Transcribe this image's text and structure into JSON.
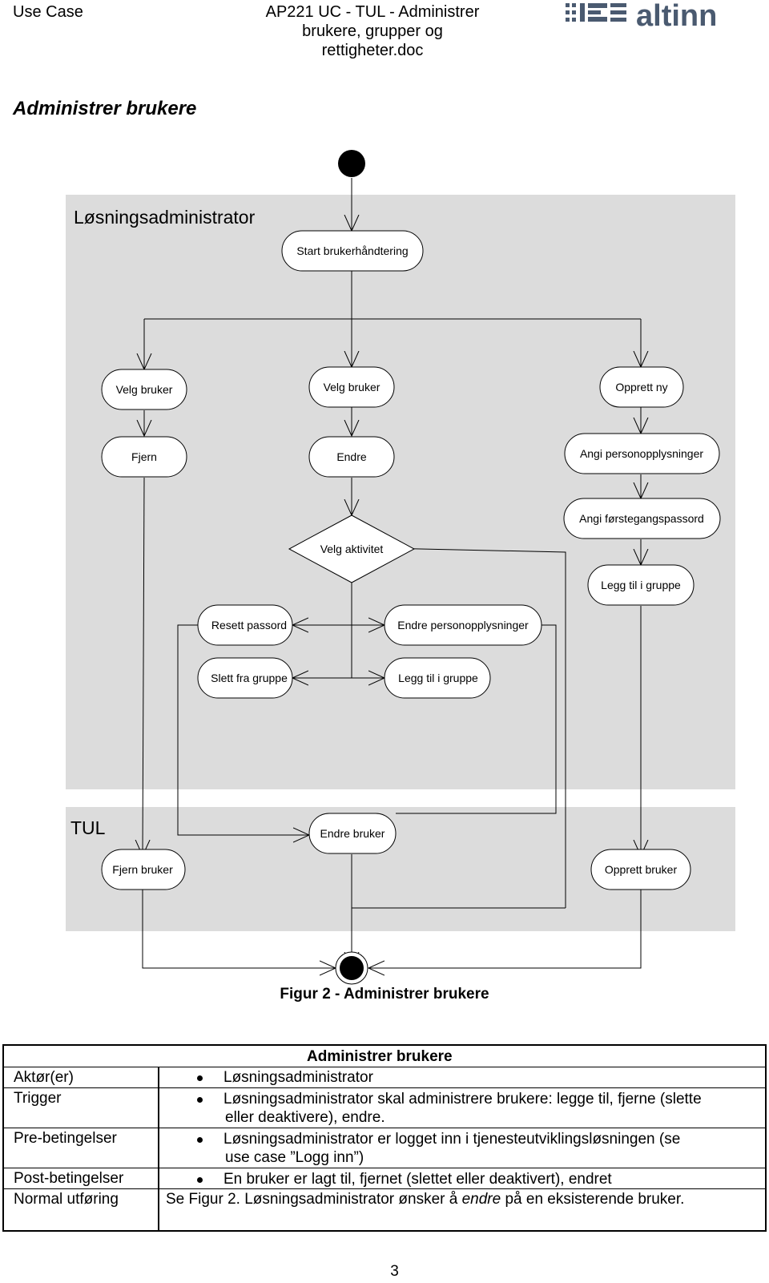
{
  "header": {
    "left": "Use Case",
    "center_lines": [
      "AP221 UC - TUL - Administrer",
      "brukere, grupper og",
      "rettigheter.doc"
    ],
    "logo_text": "altinn"
  },
  "document": {
    "heading": "Administrer brukere"
  },
  "diagram": {
    "lanes": {
      "admin": "Løsningsadministrator",
      "tul": "TUL"
    },
    "nodes": {
      "start_handling": "Start brukerhåndtering",
      "velg_bruker_left": "Velg bruker",
      "velg_bruker_mid": "Velg bruker",
      "opprett_ny": "Opprett ny",
      "fjern": "Fjern",
      "endre": "Endre",
      "angi_person": "Angi personopplysninger",
      "angi_passord": "Angi førstegangspassord",
      "velg_aktivitet": "Velg aktivitet",
      "legg_til_right": "Legg til i gruppe",
      "resett_passord": "Resett passord",
      "endre_person": "Endre personopplysninger",
      "slett_fra_gruppe": "Slett fra gruppe",
      "legg_til_mid": "Legg til i gruppe",
      "endre_bruker": "Endre bruker",
      "fjern_bruker": "Fjern bruker",
      "opprett_bruker": "Opprett bruker"
    },
    "caption": "Figur 2 - Administrer brukere"
  },
  "table": {
    "title": "Administrer brukere",
    "rows": [
      {
        "label": "Aktør(er)",
        "lines": [
          "Løsningsadministrator"
        ],
        "bullet": true
      },
      {
        "label": "Trigger",
        "lines": [
          "Løsningsadministrator skal administrere brukere: legge til, fjerne (slette",
          "eller deaktivere), endre."
        ],
        "bullet": true
      },
      {
        "label": "Pre-betingelser",
        "lines": [
          "Løsningsadministrator er logget inn i tjenesteutviklingsløsningen (se",
          "use case ”Logg inn”)"
        ],
        "bullet": true
      },
      {
        "label": "Post-betingelser",
        "lines": [
          "En bruker er lagt til, fjernet (slettet eller deaktivert), endret"
        ],
        "bullet": true
      }
    ],
    "normal": {
      "label": "Normal utføring",
      "before": "Se Figur 2. Løsningsadministrator ønsker å ",
      "emph": "endre",
      "after": " på en eksisterende bruker."
    }
  },
  "footer": {
    "page_number": "3"
  },
  "colors": {
    "lane_fill": "#dcdcdc",
    "node_fill": "#ffffff",
    "line": "#000000",
    "logo": "#4a5a70"
  }
}
